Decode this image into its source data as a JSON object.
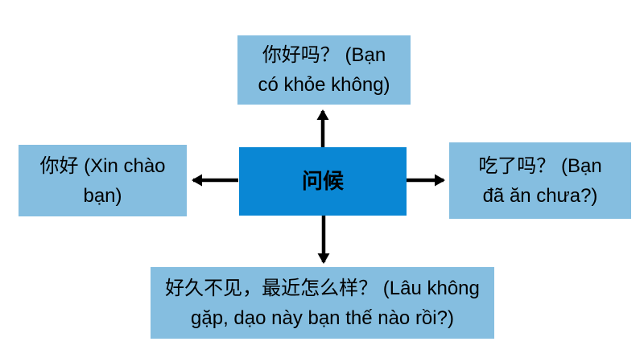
{
  "diagram": {
    "center_node": {
      "label": "问候"
    },
    "top_node": {
      "lines": [
        "你好吗？ (Bạn",
        "có khỏe không)"
      ]
    },
    "left_node": {
      "lines": [
        "你好 (Xin chào",
        "bạn)"
      ]
    },
    "right_node": {
      "lines": [
        "吃了吗？ (Bạn",
        "đã ăn chưa?)"
      ]
    },
    "bottom_node": {
      "lines": [
        "好久不见，最近怎么样？ (Lâu không",
        "gặp, dạo này bạn thế nào rồi?)"
      ]
    },
    "colors": {
      "node_background": "#85bee0",
      "center_background": "#0a87d4",
      "text": "#000000",
      "arrow": "#000000",
      "page_background": "#ffffff"
    }
  }
}
